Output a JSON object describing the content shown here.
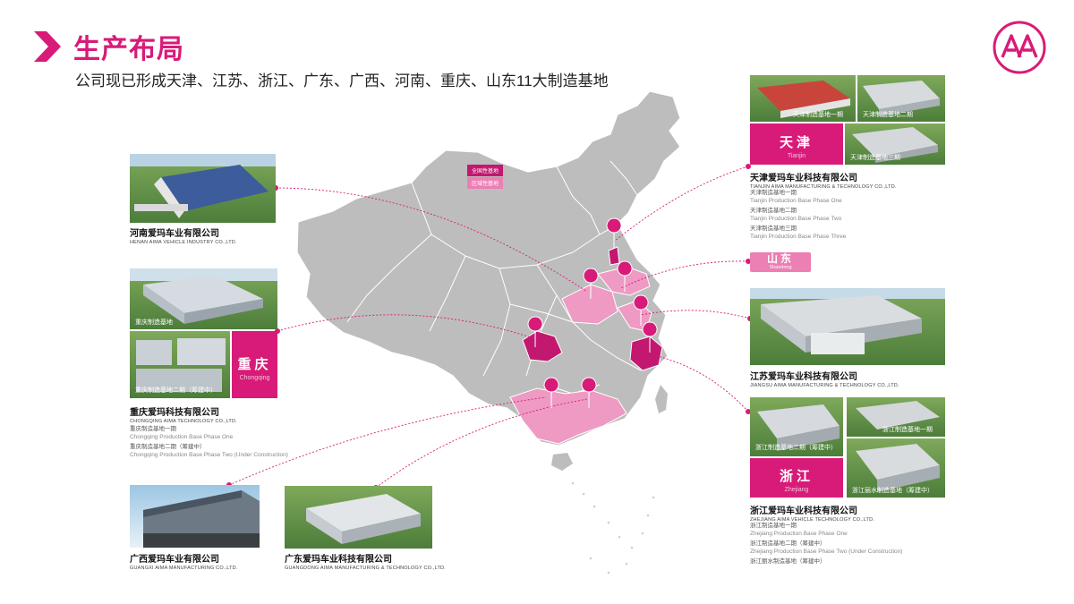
{
  "header": {
    "title": "生产布局",
    "subtitle": "公司现已形成天津、江苏、浙江、广东、广西、河南、重庆、山东11大制造基地"
  },
  "colors": {
    "brand": "#d81b78",
    "light_pink": "#ee9ac3",
    "map_gray": "#bdbdbd"
  },
  "legend": {
    "national": "全国性基地",
    "regional": "区域性基地"
  },
  "sites": {
    "henan": {
      "company": "河南爱玛车业有限公司",
      "company_en": "HENAN AIMA VEHICLE INDUSTRY CO.,LTD."
    },
    "chongqing": {
      "city": "重庆",
      "city_en": "Chongqing",
      "photo_caption": "重庆制造基地",
      "photo_caption_2": "重庆制造基地二期（筹建中）",
      "company": "重庆爱玛科技有限公司",
      "company_en": "CHONGQING AIMA TECHNOLOGY CO.,LTD.",
      "phases": [
        {
          "zh": "重庆制造基地一期",
          "en": "Chongqing Production Base Phase One"
        },
        {
          "zh": "重庆制造基地二期（筹建中）",
          "en": "Chongqing Production Base Phase Two (Under Construction)"
        }
      ]
    },
    "guangxi": {
      "company": "广西爱玛车业有限公司",
      "company_en": "GUANGXI AIMA MANUFACTURING CO.,LTD."
    },
    "guangdong": {
      "company": "广东爱玛车业科技有限公司",
      "company_en": "GUANGDONG AIMA MANUFACTURING & TECHNOLOGY CO.,LTD."
    },
    "tianjin": {
      "city": "天津",
      "city_en": "Tianjin",
      "photo_caption_1": "天津制造基地一期",
      "photo_caption_2": "天津制造基地二期",
      "photo_caption_3": "天津制造基地三期",
      "company": "天津爱玛车业科技有限公司",
      "company_en": "TIANJIN AIMA MANUFACTURING & TECHNOLOGY CO.,LTD.",
      "phases": [
        {
          "zh": "天津制造基地一期",
          "en": "Tianjin Production Base Phase One"
        },
        {
          "zh": "天津制造基地二期",
          "en": "Tianjin Production Base Phase Two"
        },
        {
          "zh": "天津制造基地三期",
          "en": "Tianjin Production Base Phase Three"
        }
      ]
    },
    "shandong": {
      "city": "山东",
      "city_en": "Shandong"
    },
    "jiangsu": {
      "company": "江苏爱玛车业科技有限公司",
      "company_en": "JIANGSU AIMA MANUFACTURING & TECHNOLOGY CO.,LTD."
    },
    "zhejiang": {
      "city": "浙江",
      "city_en": "Zhejiang",
      "photo_caption_1": "浙江制造基地二期（筹建中）",
      "photo_caption_2": "浙江制造基地一期",
      "photo_caption_3": "浙江丽水制造基地（筹建中）",
      "company": "浙江爱玛车业科技有限公司",
      "company_en": "ZHEJIANG AIMA VEHICLE TECHNOLOGY CO.,LTD.",
      "phases": [
        {
          "zh": "浙江制造基地一期",
          "en": "Zhejiang Production Base Phase One"
        },
        {
          "zh": "浙江制造基地二期（筹建中）",
          "en": "Zhejiang Production Base Phase Two (Under Construction)"
        },
        {
          "zh": "浙江丽水制造基地（筹建中）",
          "en": ""
        }
      ]
    }
  }
}
